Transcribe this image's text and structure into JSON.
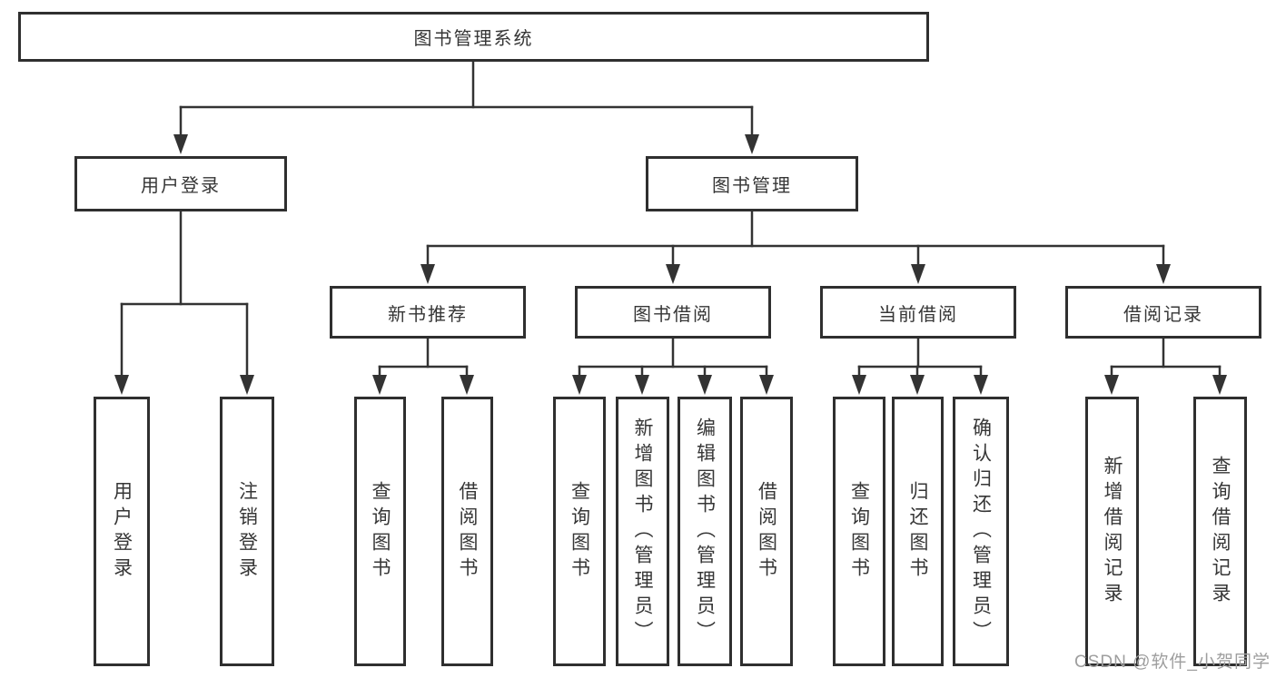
{
  "root": {
    "label": "图书管理系统"
  },
  "branches": [
    {
      "label": "用户登录",
      "children": [
        "用户登录",
        "注销登录"
      ]
    },
    {
      "label": "图书管理",
      "sections": [
        {
          "label": "新书推荐",
          "children": [
            "查询图书",
            "借阅图书"
          ]
        },
        {
          "label": "图书借阅",
          "children": [
            "查询图书",
            "新增图书（管理员）",
            "编辑图书（管理员）",
            "借阅图书"
          ]
        },
        {
          "label": "当前借阅",
          "children": [
            "查询图书",
            "归还图书",
            "确认归还（管理员）"
          ]
        },
        {
          "label": "借阅记录",
          "children": [
            "新增借阅记录",
            "查询借阅记录"
          ]
        }
      ]
    }
  ],
  "watermark": {
    "text": "CSDN @软件_小贺同学"
  },
  "colors": {
    "background": "#ffffff",
    "line": "#333333",
    "box_border": "#2f2f2f",
    "text": "#363636",
    "watermark": "#9e9e9e"
  }
}
